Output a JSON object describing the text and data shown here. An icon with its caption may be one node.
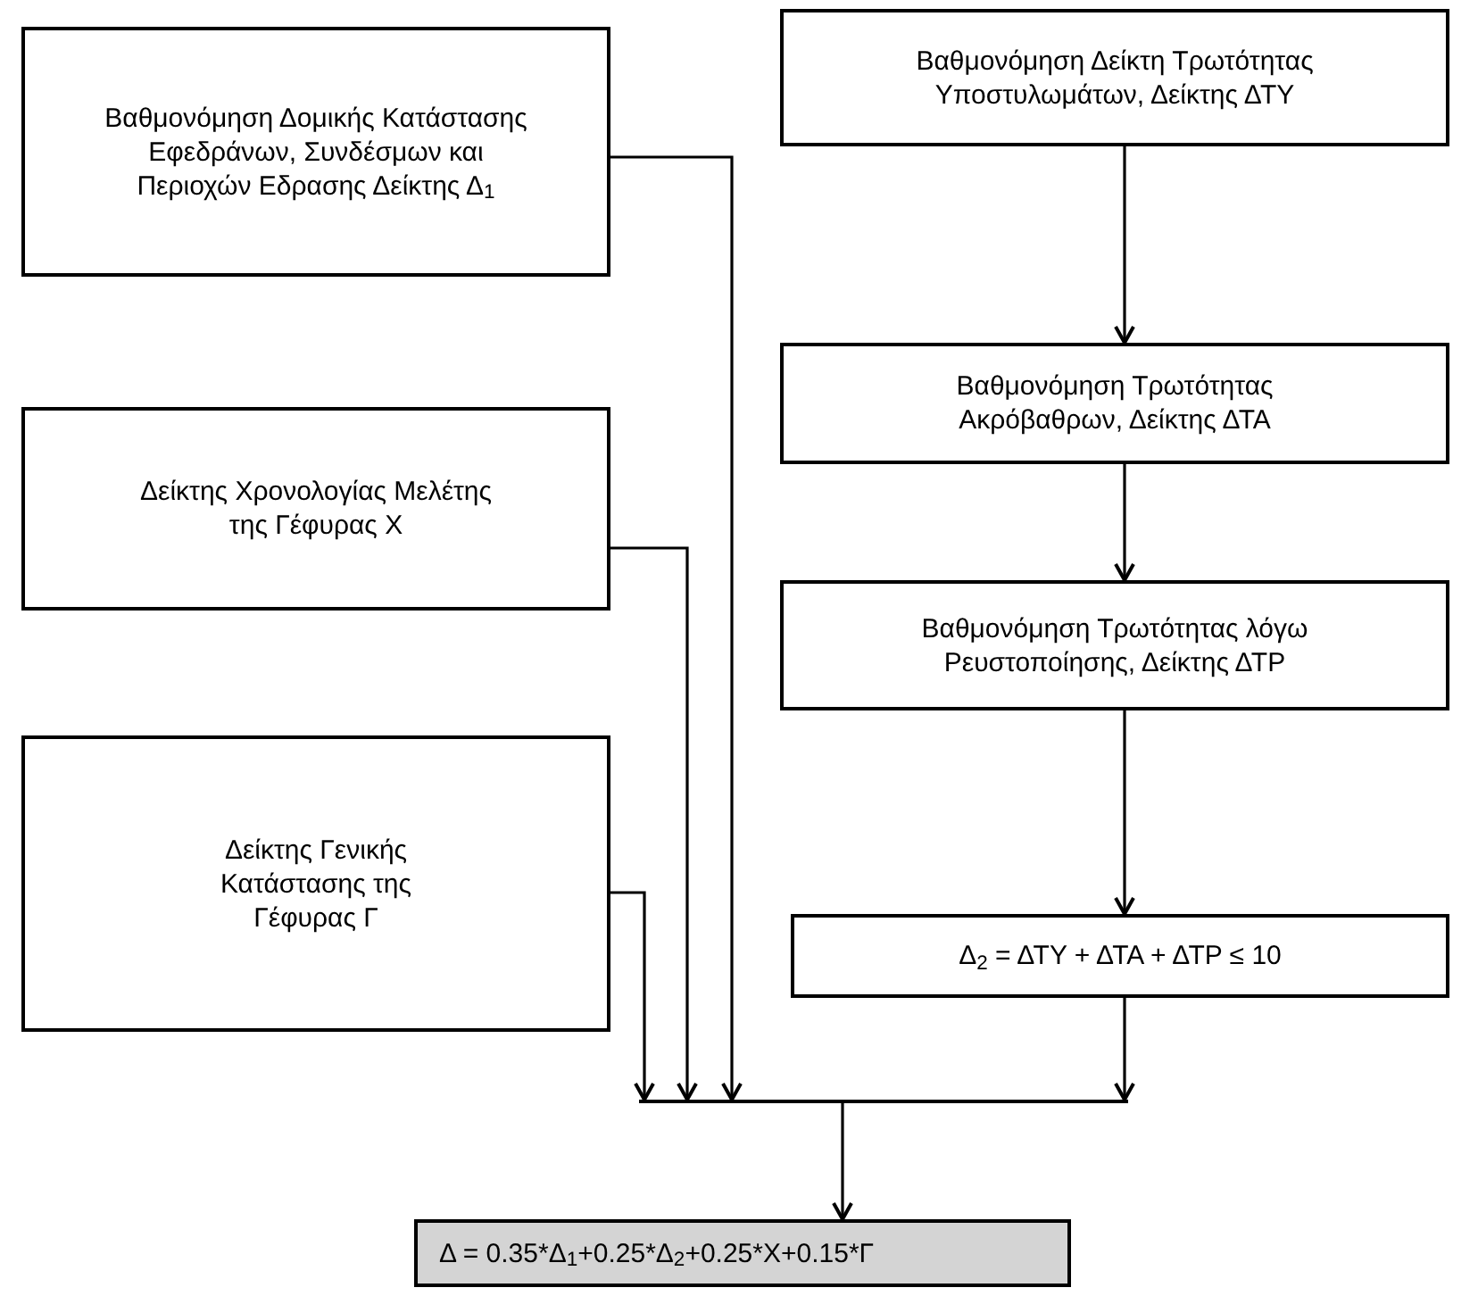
{
  "diagram": {
    "nodes": [
      {
        "text": [
          "Βαθμονόμηση Δομικής Κατάστασης Εφεδράνων, Συνδέσμων και Περιοχών Εδρασης Δείκτης Δ$_{1}$"
        ]
      },
      {
        "text": [
          "Βαθμονόμηση Δείκτη Τρωτότητας Υποστυλωμάτων, Δείκτης ΔΤΥ"
        ]
      },
      {
        "text": [
          "Δείκτης Χρονολογίας Μελέτης της Γέφυρας Χ"
        ]
      },
      {
        "text": [
          "Βαθμονόμηση Τρωτότητας Ακρόβαθρων, Δείκτης ΔΤΑ"
        ]
      },
      {
        "text": [
          "Βαθμονόμηση Τρωτότητας λόγω Ρευστοποίησης, Δείκτης ΔΤΡ"
        ]
      },
      {
        "text": [
          "Δείκτης Γενικής Κατάστασης της Γέφυρας Γ"
        ]
      },
      {
        "text": [
          "Δ$_{2}$ = ΔΤΥ + ΔΤΑ + ΔΤΡ ≤ 10"
        ]
      },
      {
        "text": [],
        "shape": "bar"
      },
      {
        "text": [
          "Δ = 0.35*Δ$_{1}$+0.25*Δ$_{2}$+0.25*Χ+0.15*Γ"
        ]
      }
    ],
    "edges": [
      {
        "from": 0,
        "to": 7,
        "arrow": "to"
      },
      {
        "from": 2,
        "to": 7,
        "arrow": "to"
      },
      {
        "from": 5,
        "to": 7,
        "arrow": "to"
      },
      {
        "from": 1,
        "to": 3,
        "arrow": "to"
      },
      {
        "from": 3,
        "to": 4,
        "arrow": "to"
      },
      {
        "from": 4,
        "to": 6,
        "arrow": "to"
      },
      {
        "from": 6,
        "to": 7,
        "arrow": "to"
      },
      {
        "from": 7,
        "to": 8,
        "arrow": "to"
      }
    ]
  }
}
